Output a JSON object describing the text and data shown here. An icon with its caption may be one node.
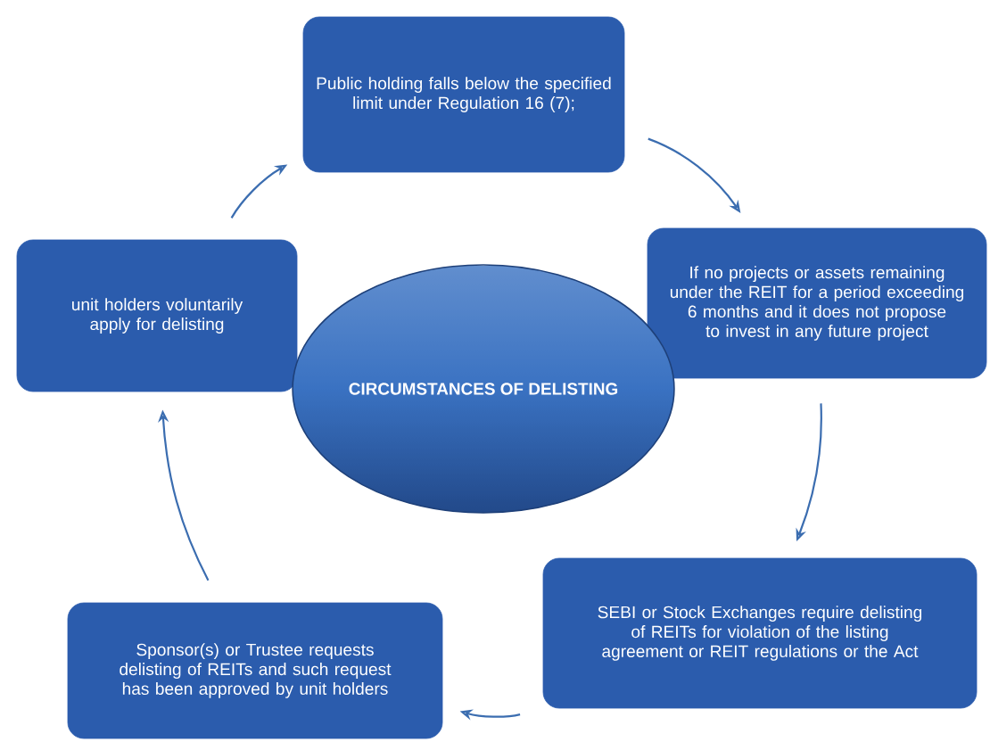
{
  "diagram": {
    "nodes": [
      {
        "text": [
          "Public holding falls below the specified limit under Regulation 16 (7);"
        ]
      },
      {
        "text": [
          "If no projects or assets remaining under the REIT for a period exceeding 6 months and it does not propose to invest in any future project"
        ]
      },
      {
        "text": [
          "SEBI or Stock Exchanges require delisting of REITs for violation of the listing agreement or REIT regulations or the Act"
        ]
      },
      {
        "text": [
          "Sponsor(s) or Trustee requests delisting of REITs and such request has been approved by unit holders"
        ]
      },
      {
        "text": [
          "unit holders voluntarily apply for delisting"
        ]
      },
      {
        "text": [
          "CIRCUMSTANCES OF DELISTING"
        ]
      }
    ],
    "edges": [
      {
        "from": 0,
        "to": 1,
        "arrow": "to"
      },
      {
        "from": 1,
        "to": 2,
        "arrow": "to"
      },
      {
        "from": 2,
        "to": 3,
        "arrow": "to"
      },
      {
        "from": 3,
        "to": 4,
        "arrow": "to"
      },
      {
        "from": 4,
        "to": 0,
        "arrow": "to"
      }
    ]
  }
}
